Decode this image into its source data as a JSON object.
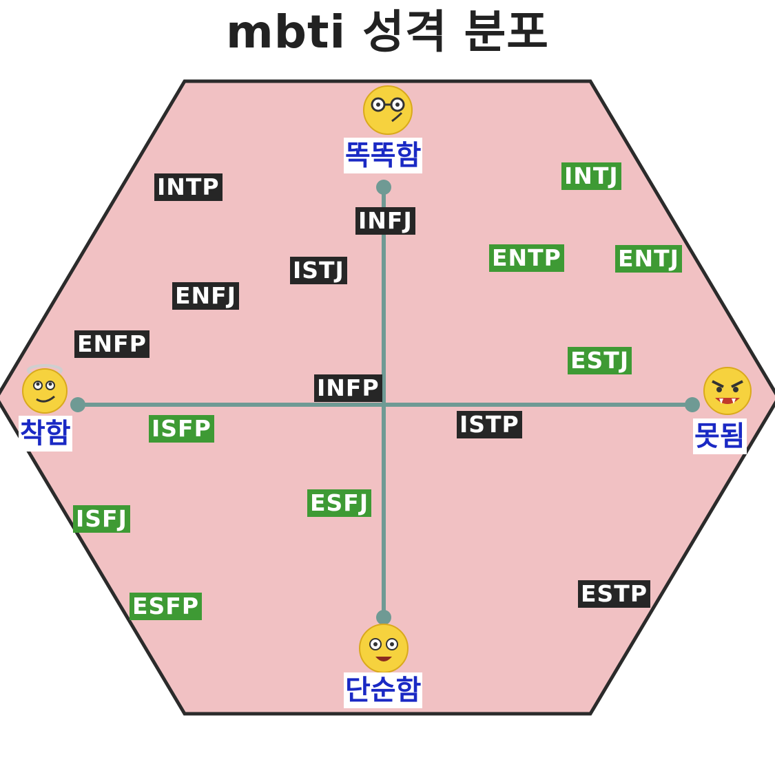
{
  "title": "mbti 성격 분포",
  "colors": {
    "hexagon_fill": "#f1c1c3",
    "hexagon_stroke": "#2b2b2b",
    "axis": "#6f9a94",
    "dark_tag": "#262626",
    "green_tag": "#3e9a34",
    "axis_label_text": "#1a29c4"
  },
  "axes": {
    "top": {
      "label": "똑똑함",
      "icon": "nerd-face-icon"
    },
    "bottom": {
      "label": "단순함",
      "icon": "silly-face-icon"
    },
    "left": {
      "label": "착함",
      "icon": "angel-face-icon"
    },
    "right": {
      "label": "못됨",
      "icon": "devil-face-icon"
    }
  },
  "types": [
    {
      "label": "INTP",
      "style": "dark"
    },
    {
      "label": "INFJ",
      "style": "dark"
    },
    {
      "label": "INTJ",
      "style": "green"
    },
    {
      "label": "ISTJ",
      "style": "dark"
    },
    {
      "label": "ENTP",
      "style": "green"
    },
    {
      "label": "ENTJ",
      "style": "green"
    },
    {
      "label": "ENFJ",
      "style": "dark"
    },
    {
      "label": "ENFP",
      "style": "dark"
    },
    {
      "label": "ESTJ",
      "style": "green"
    },
    {
      "label": "INFP",
      "style": "dark"
    },
    {
      "label": "ISFP",
      "style": "green"
    },
    {
      "label": "ISTP",
      "style": "dark"
    },
    {
      "label": "ESFJ",
      "style": "green"
    },
    {
      "label": "ISFJ",
      "style": "green"
    },
    {
      "label": "ESFP",
      "style": "green"
    },
    {
      "label": "ESTP",
      "style": "dark"
    }
  ]
}
